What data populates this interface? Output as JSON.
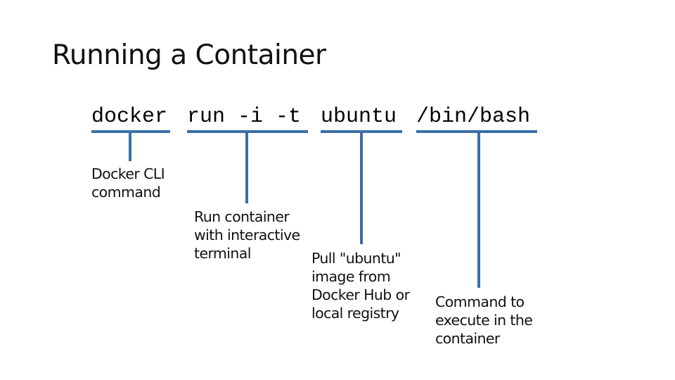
{
  "slide": {
    "title": "Running a Container"
  },
  "command": {
    "tokens": {
      "docker": "docker",
      "run_flags": "run -i -t",
      "image": "ubuntu",
      "cmd": "/bin/bash"
    }
  },
  "callouts": {
    "docker": "Docker CLI\ncommand",
    "run_flags": "Run container\nwith interactive\nterminal",
    "image": "Pull \"ubuntu\"\nimage from\nDocker Hub or\nlocal registry",
    "cmd": "Command to\nexecute in the\ncontainer"
  },
  "colors": {
    "accent": "#3a6fa8",
    "text": "#111111"
  }
}
